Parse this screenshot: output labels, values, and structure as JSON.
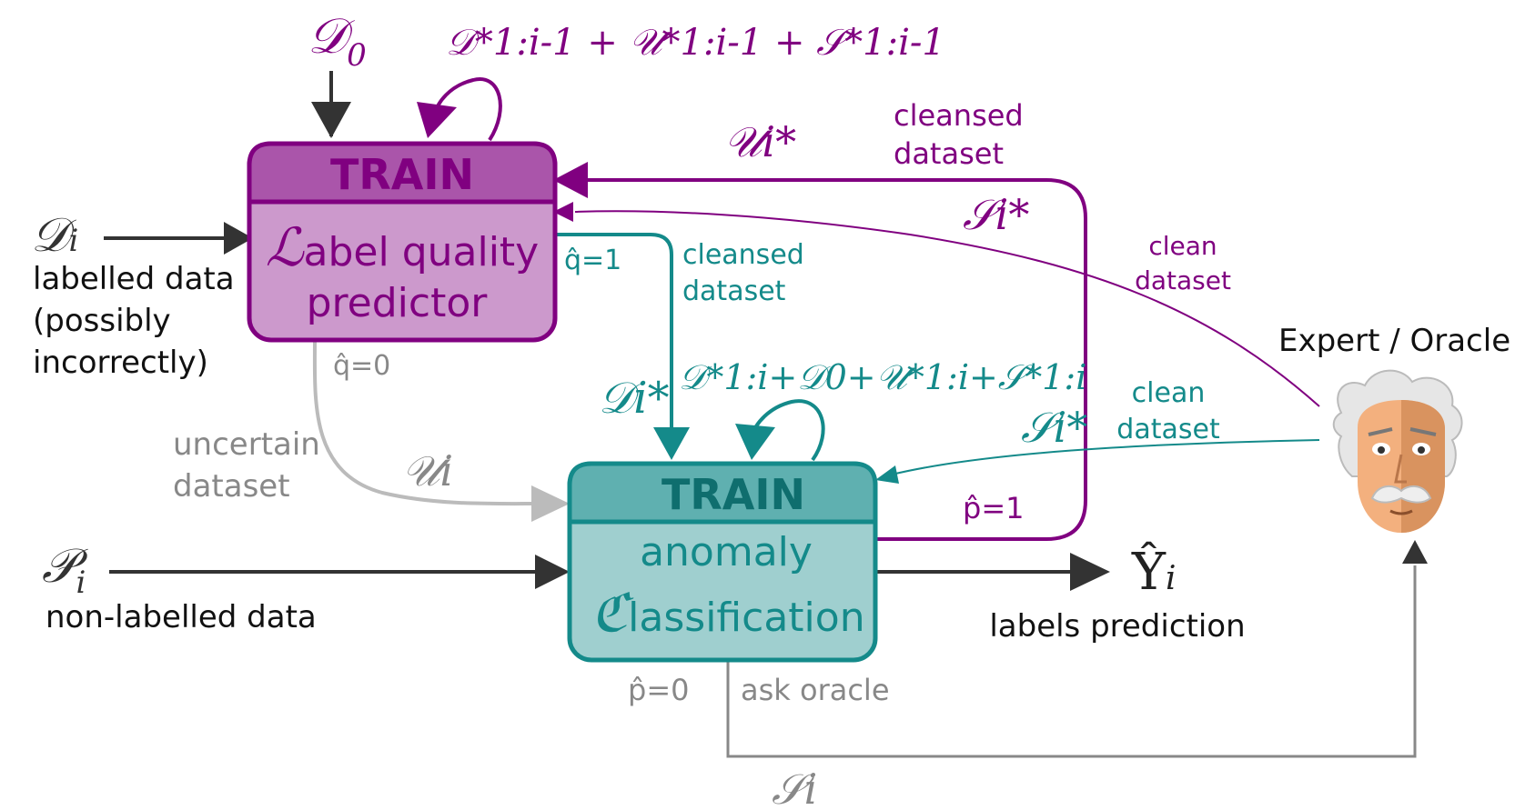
{
  "colors": {
    "purple": "#800080",
    "purple_box_fill": "#cc99cc",
    "purple_header_fill": "#aa55aa",
    "teal": "#148a8a",
    "teal_box_fill": "#9fcfcf",
    "teal_header_fill": "#5fb0b0",
    "dark": "#333333",
    "gray": "#888888",
    "light_gray": "#bbbbbb"
  },
  "label_quality_box": {
    "title": "TRAIN",
    "cap_letter": "ℒ",
    "line1_rest": "abel quality",
    "line2": "predictor"
  },
  "anomaly_box": {
    "title": "TRAIN",
    "line1": "anomaly",
    "cap_letter": "ℭ",
    "line2_rest": "lassification"
  },
  "inputs": {
    "d0": {
      "main": "𝒟",
      "sub": "0"
    },
    "loop_top": "𝒟*1:i-1 + 𝒰*1:i-1 + 𝒮*1:i-1",
    "di": {
      "main": "𝒟",
      "sub": "i"
    },
    "di_desc": [
      "labelled data",
      "(possibly",
      "incorrectly)"
    ],
    "pi": {
      "main": "𝒫",
      "sub": "i"
    },
    "pi_desc": "non-labelled data"
  },
  "edges": {
    "ui_star": "𝒰i*",
    "cleansed_dataset_1": [
      "cleansed",
      "dataset"
    ],
    "si_star_top": "𝒮i*",
    "clean_dataset_1": [
      "clean",
      "dataset"
    ],
    "q_hat_1": "q̂=1",
    "cleansed_dataset_2": [
      "cleansed",
      "dataset"
    ],
    "di_star": "𝒟i*",
    "loop_bottom": "𝒟*1:i+𝒟0+𝒰*1:i+𝒮*1:i",
    "si_star_mid": "𝒮i*",
    "clean_dataset_2": [
      "clean",
      "dataset"
    ],
    "q_hat_0": "q̂=0",
    "uncertain_dataset": [
      "uncertain",
      "dataset"
    ],
    "ui": "𝒰i",
    "p_hat_1": "p̂=1",
    "p_hat_0": "p̂=0",
    "ask_oracle": "ask oracle",
    "si": "𝒮i"
  },
  "outputs": {
    "y_hat": "Ŷ",
    "y_sub": "i",
    "labels_prediction": "labels prediction"
  },
  "oracle": {
    "title": "Expert / Oracle",
    "icon": "einstein-face-icon"
  }
}
